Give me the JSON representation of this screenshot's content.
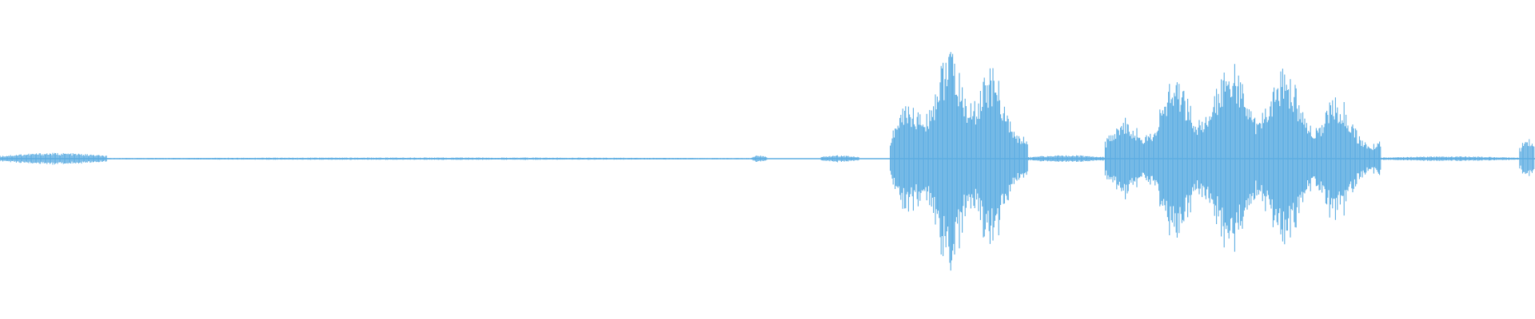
{
  "waveform": {
    "color": "#5dade2",
    "segments": [
      {
        "name": "noise-intro-1",
        "start": 0.0,
        "end": 0.07,
        "amplitude": 0.05
      },
      {
        "name": "silence-1",
        "start": 0.07,
        "end": 0.49,
        "amplitude": 0.01
      },
      {
        "name": "blip-1",
        "start": 0.49,
        "end": 0.5,
        "amplitude": 0.03
      },
      {
        "name": "blip-2",
        "start": 0.535,
        "end": 0.56,
        "amplitude": 0.03
      },
      {
        "name": "speech-burst-1",
        "start": 0.58,
        "end": 0.67,
        "amplitude": 0.96
      },
      {
        "name": "silence-2",
        "start": 0.67,
        "end": 0.72,
        "amplitude": 0.03
      },
      {
        "name": "speech-burst-2",
        "start": 0.72,
        "end": 0.9,
        "amplitude": 0.88
      },
      {
        "name": "silence-3",
        "start": 0.9,
        "end": 0.99,
        "amplitude": 0.02
      },
      {
        "name": "edge-burst",
        "start": 0.99,
        "end": 1.0,
        "amplitude": 0.18
      }
    ]
  }
}
